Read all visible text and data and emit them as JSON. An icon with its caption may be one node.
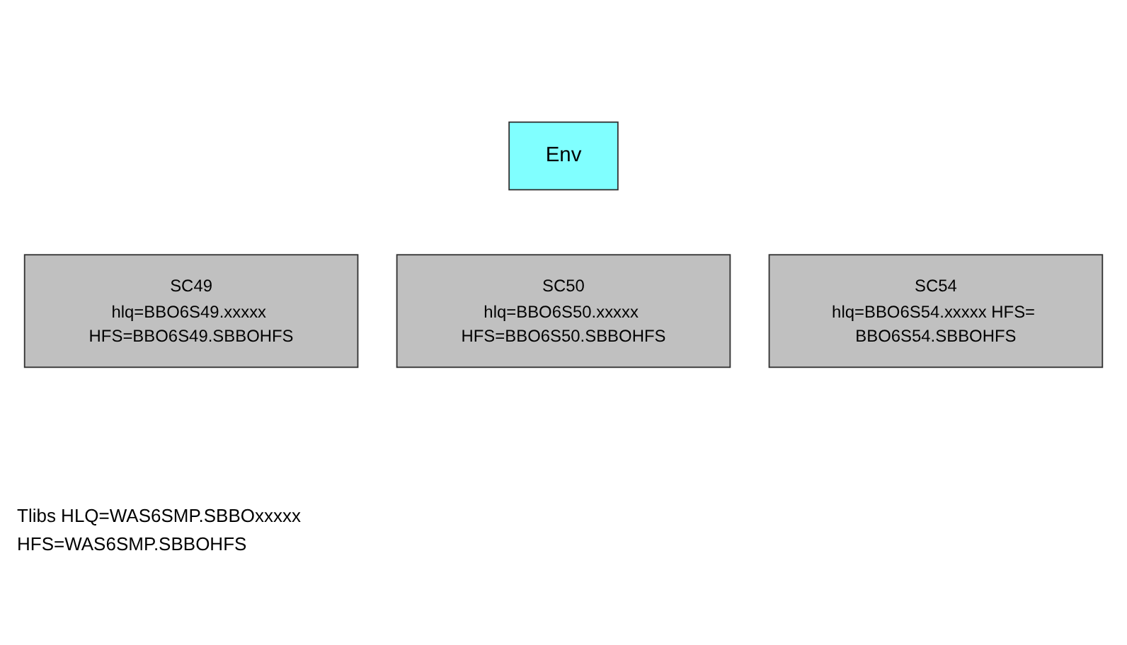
{
  "diagram": {
    "nodes": [
      {
        "text": [
          "Env"
        ]
      },
      {
        "text": [
          "SC49",
          "hlq=BBO6S49.xxxxx HFS=BBO6S49.SBBOHFS"
        ]
      },
      {
        "text": [
          "SC50",
          "hlq=BBO6S50.xxxxx HFS=BBO6S50.SBBOHFS"
        ]
      },
      {
        "text": [
          "SC54",
          "hlq=BBO6S54.xxxxx HFS= BBO6S54.SBBOHFS"
        ]
      }
    ],
    "labels": [
      "Tlibs HLQ=WAS6SMP.SBBOxxxxx",
      "HFS=WAS6SMP.SBBOHFS"
    ]
  }
}
